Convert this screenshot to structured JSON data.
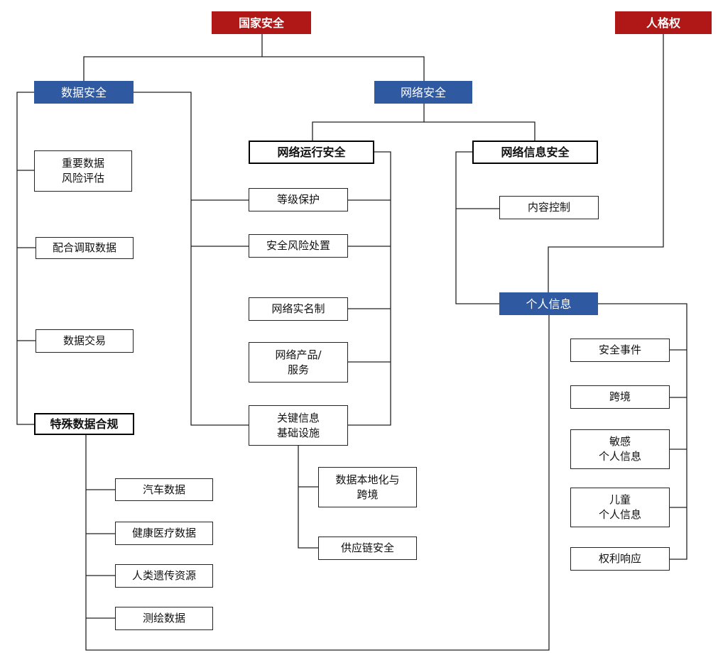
{
  "nodes": {
    "national_security": "国家安全",
    "personality_rights": "人格权",
    "data_security": "数据安全",
    "network_security": "网络安全",
    "network_operation_security": "网络运行安全",
    "network_information_security": "网络信息安全",
    "important_data_risk": "重要数据\n风险评估",
    "cooperate_data_retrieval": "配合调取数据",
    "data_trading": "数据交易",
    "special_data_compliance": "特殊数据合规",
    "graded_protection": "等级保护",
    "security_risk_handling": "安全风险处置",
    "network_real_name": "网络实名制",
    "network_products_services": "网络产品/\n服务",
    "critical_info_infrastructure": "关键信息\n基础设施",
    "content_control": "内容控制",
    "personal_information": "个人信息",
    "security_incident": "安全事件",
    "cross_border": "跨境",
    "sensitive_personal_info": "敏感\n个人信息",
    "children_personal_info": "儿童\n个人信息",
    "rights_response": "权利响应",
    "automotive_data": "汽车数据",
    "health_medical_data": "健康医疗数据",
    "human_genetic_resources": "人类遗传资源",
    "surveying_mapping_data": "测绘数据",
    "data_localization_cross_border": "数据本地化与\n跨境",
    "supply_chain_security": "供应链安全"
  }
}
